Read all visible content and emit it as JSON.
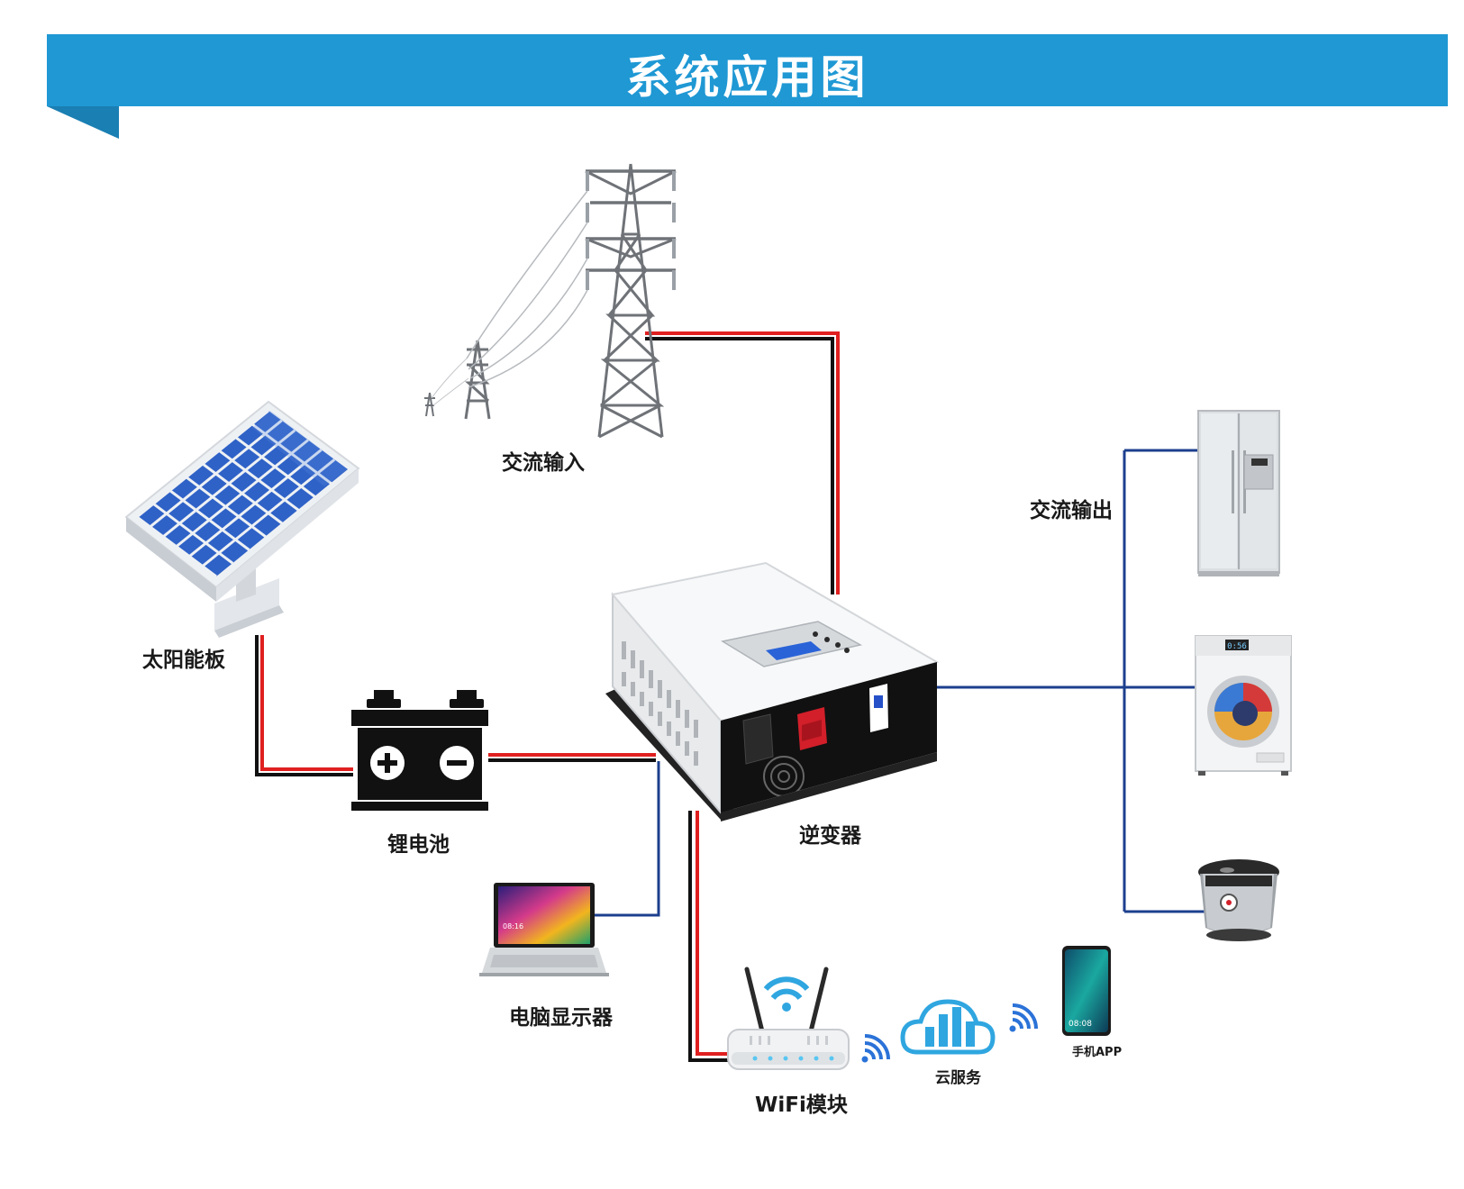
{
  "banner": {
    "title": "系统应用图",
    "color": "#1f98d4",
    "tail_color": "#1a7fb3"
  },
  "labels": {
    "ac_input": "交流输入",
    "solar_panel": "太阳能板",
    "lithium_battery": "锂电池",
    "inverter": "逆变器",
    "ac_output": "交流输出",
    "computer_monitor": "电脑显示器",
    "wifi_module": "WiFi模块",
    "cloud_service": "云服务",
    "phone_app": "手机APP"
  },
  "device_screens": {
    "laptop_clock": "08:16",
    "phone_clock": "08:08",
    "washer_display": "0:56"
  },
  "wire_colors": {
    "positive": "#e02020",
    "negative": "#111111",
    "signal": "#1c3f8e"
  }
}
